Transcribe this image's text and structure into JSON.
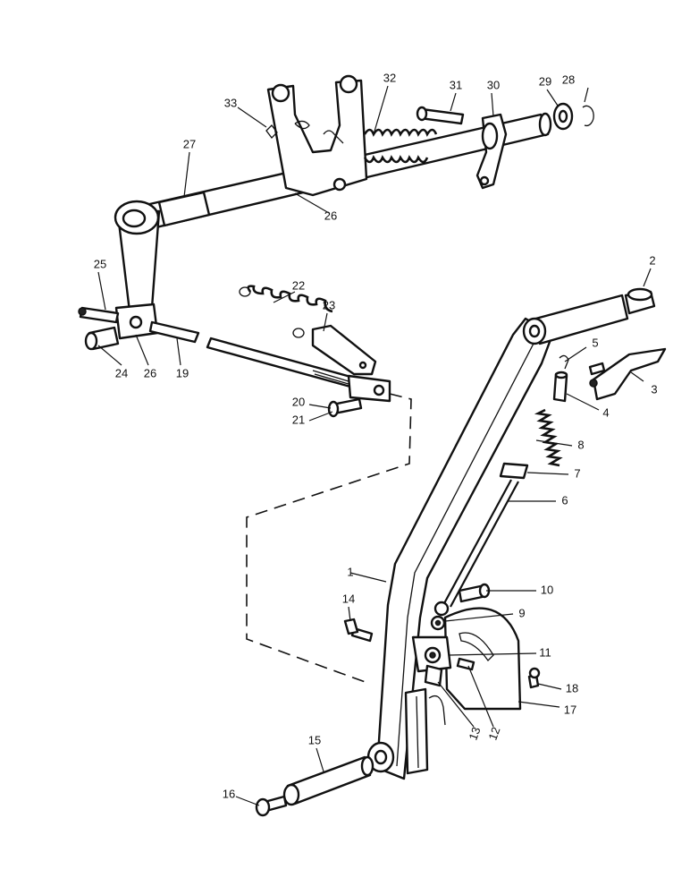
{
  "callouts": [
    "1",
    "2",
    "3",
    "4",
    "5",
    "6",
    "7",
    "8",
    "9",
    "10",
    "11",
    "12",
    "13",
    "14",
    "15",
    "16",
    "17",
    "18",
    "19",
    "20",
    "21",
    "22",
    "23",
    "24",
    "25",
    "26",
    "26",
    "27",
    "28",
    "29",
    "30",
    "31",
    "32",
    "33"
  ]
}
